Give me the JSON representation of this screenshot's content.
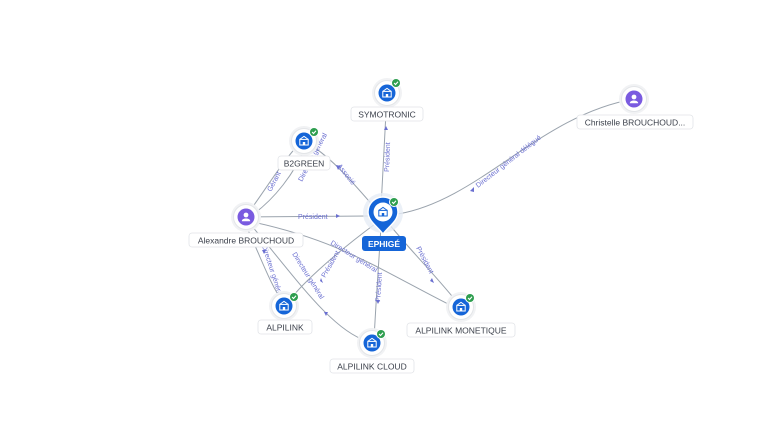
{
  "colors": {
    "company": "#1565d8",
    "person": "#7a5be0",
    "check": "#2e9e4f",
    "edge": "#9aa3ad",
    "edge_label": "#6a6fd0"
  },
  "nodes": {
    "ephige": {
      "label": "EPHIGÉ",
      "kind": "company",
      "icon": "building-icon",
      "verified": true
    },
    "symotronic": {
      "label": "SYMOTRONIC",
      "kind": "company",
      "icon": "building-icon",
      "verified": true
    },
    "b2green": {
      "label": "B2GREEN",
      "kind": "company",
      "icon": "building-icon",
      "verified": true
    },
    "christelle": {
      "label": "Christelle BROUCHOUD...",
      "kind": "person",
      "icon": "person-icon"
    },
    "alexandre": {
      "label": "Alexandre BROUCHOUD",
      "kind": "person",
      "icon": "person-icon"
    },
    "alpilink": {
      "label": "ALPILINK",
      "kind": "company",
      "icon": "building-icon",
      "verified": true
    },
    "alpilink_cloud": {
      "label": "ALPILINK CLOUD",
      "kind": "company",
      "icon": "building-icon",
      "verified": true
    },
    "alpilink_monetique": {
      "label": "ALPILINK MONETIQUE",
      "kind": "company",
      "icon": "building-icon",
      "verified": true
    }
  },
  "edges": {
    "ephige_symotronic": "Président",
    "christelle_ephige": "Directeur général délégué",
    "b2green_ephige": "Associé",
    "alexandre_b2green_gerant": "Gérant",
    "alexandre_b2green_directeur": "Directeur général",
    "alexandre_ephige": "Président",
    "ephige_alpilink": "Président",
    "ephige_monetique": "Président",
    "ephige_cloud": "Président",
    "alexandre_monetique": "Directeur général",
    "alexandre_alpilink": "Directeur général",
    "alexandre_cloud": "Directeur général"
  }
}
